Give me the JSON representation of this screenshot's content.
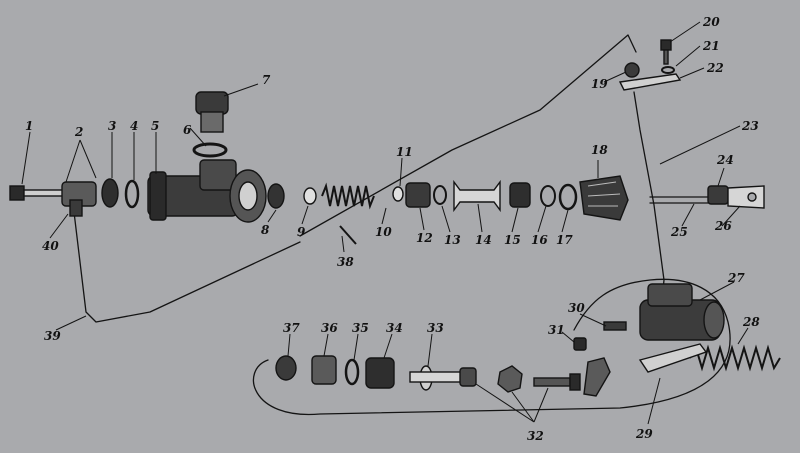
{
  "diagram": {
    "background": "#a9aaad",
    "ink": "#141414",
    "part_labels": [
      "1",
      "2",
      "3",
      "4",
      "5",
      "6",
      "7",
      "8",
      "9",
      "10",
      "11",
      "12",
      "13",
      "14",
      "15",
      "16",
      "17",
      "18",
      "19",
      "20",
      "21",
      "22",
      "23",
      "24",
      "25",
      "26",
      "27",
      "28",
      "29",
      "30",
      "31",
      "32",
      "33",
      "34",
      "35",
      "36",
      "37",
      "38",
      "39",
      "40"
    ]
  }
}
